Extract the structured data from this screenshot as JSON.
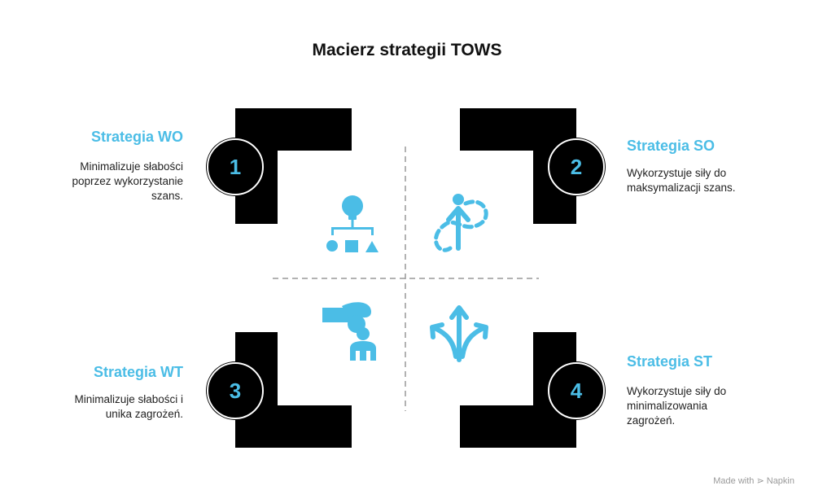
{
  "title": "Macierz strategii TOWS",
  "accent_color": "#4bbde6",
  "quadrants": [
    {
      "number": "1",
      "heading": "Strategia WO",
      "description": "Minimalizuje słabości\npoprzez wykorzystanie\nszans.",
      "icon": "hierarchy-shapes-icon"
    },
    {
      "number": "2",
      "heading": "Strategia SO",
      "description": "Wykorzystuje siły do\nmaksymalizacji szans.",
      "icon": "growth-arrow-icon"
    },
    {
      "number": "3",
      "heading": "Strategia WT",
      "description": "Minimalizuje słabości i\nunika zagrożeń.",
      "icon": "hand-person-icon"
    },
    {
      "number": "4",
      "heading": "Strategia ST",
      "description": "Wykorzystuje siły do\nminimalizowania\nzagrożeń.",
      "icon": "diverging-arrows-icon"
    }
  ],
  "footer": {
    "made_with": "Made with",
    "brand": "Napkin"
  }
}
